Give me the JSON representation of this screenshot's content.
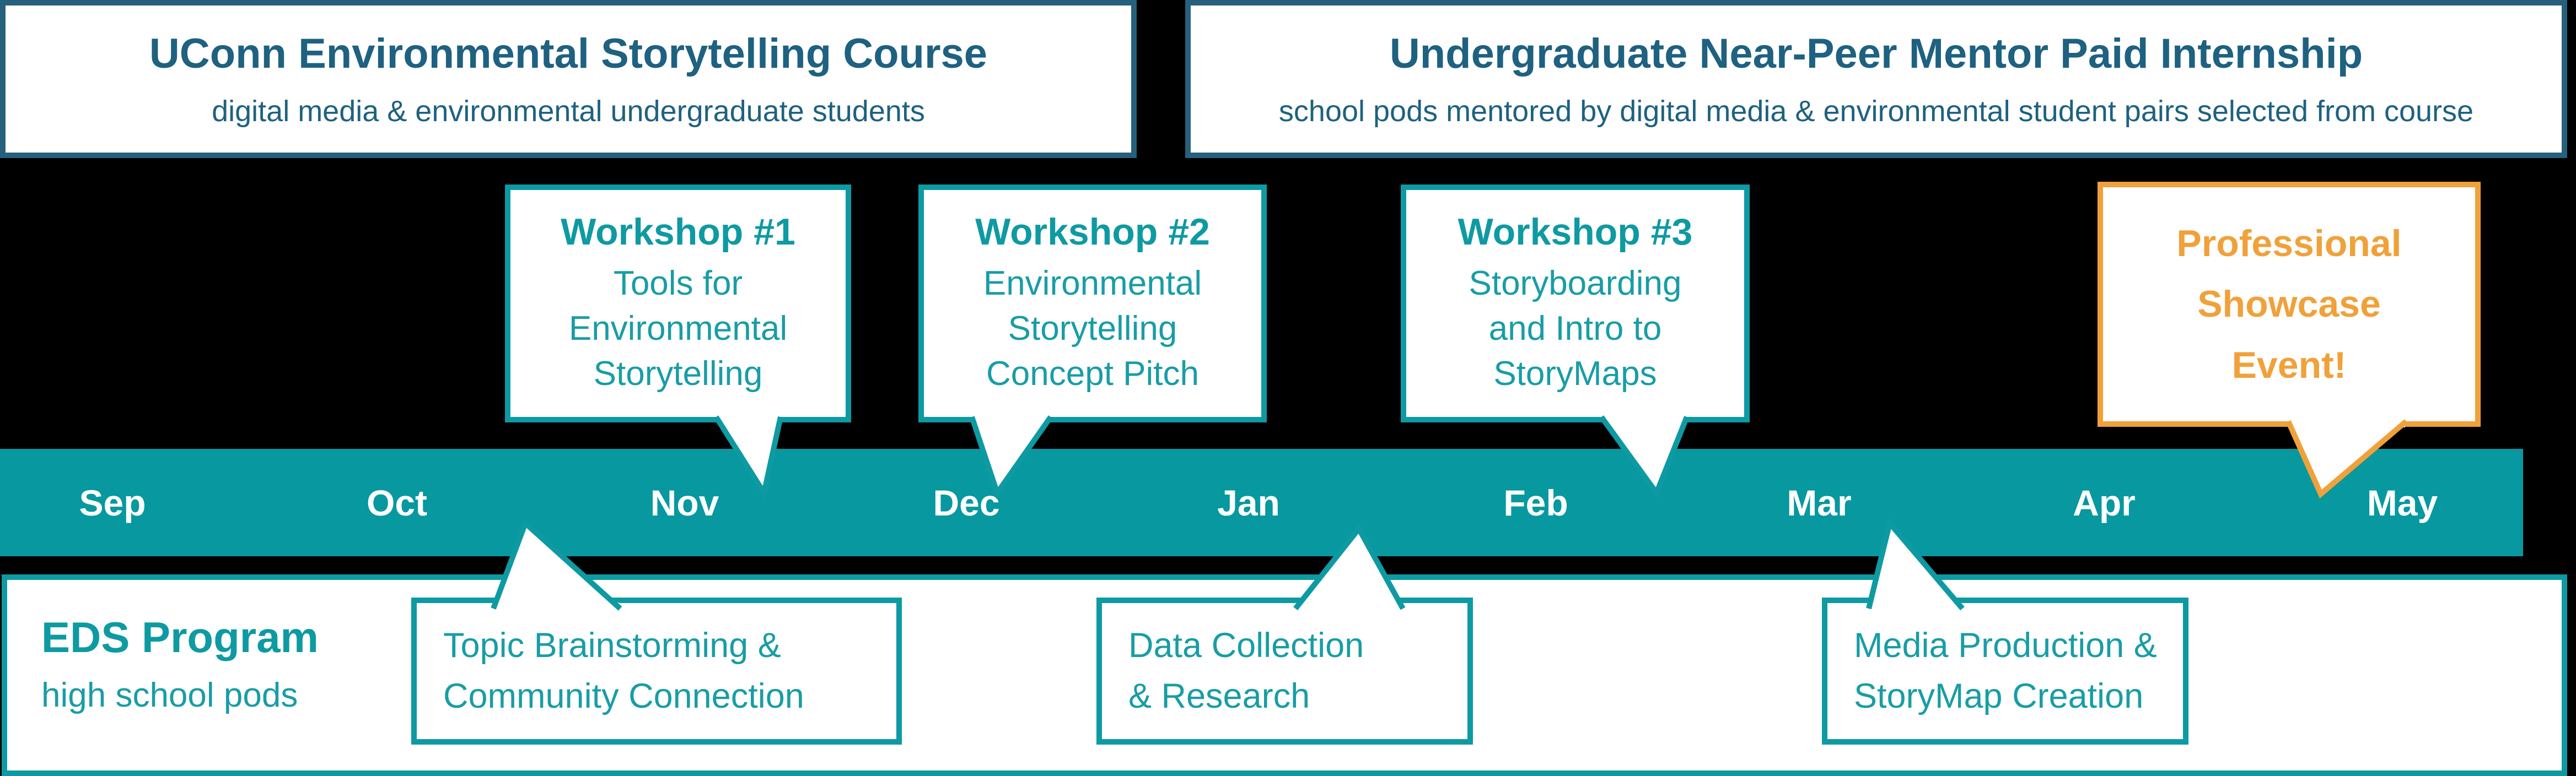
{
  "header": {
    "left_box": {
      "title": "UConn Environmental Storytelling Course",
      "subtitle": "digital media & environmental undergraduate students"
    },
    "right_box": {
      "title": "Undergraduate Near-Peer Mentor Paid Internship",
      "subtitle": "school pods mentored by digital media & environmental student pairs selected from course"
    }
  },
  "timeline": {
    "months": [
      "Sep",
      "Oct",
      "Nov",
      "Dec",
      "Jan",
      "Feb",
      "Mar",
      "Apr",
      "May"
    ]
  },
  "workshops": [
    {
      "title": "Workshop #1",
      "lines": [
        "Tools for",
        "Environmental",
        "Storytelling"
      ]
    },
    {
      "title": "Workshop #2",
      "lines": [
        "Environmental",
        "Storytelling",
        "Concept Pitch"
      ]
    },
    {
      "title": "Workshop #3",
      "lines": [
        "Storyboarding",
        "and Intro to",
        "StoryMaps"
      ]
    }
  ],
  "showcase": {
    "lines": [
      "Professional",
      "Showcase",
      "Event!"
    ]
  },
  "eds": {
    "title": "EDS Program",
    "subtitle": "high school pods"
  },
  "milestones": [
    {
      "lines": [
        "Topic Brainstorming &",
        "Community Connection"
      ]
    },
    {
      "lines": [
        "Data Collection",
        "& Research"
      ]
    },
    {
      "lines": [
        "Media Production &",
        "StoryMap Creation"
      ]
    }
  ],
  "colors": {
    "background": "#000000",
    "teal_bar": "#0798A0",
    "teal": "#0E9AA2",
    "teal_text": "#189DA5",
    "slate_border": "#26607D",
    "slate_text": "#1E6180",
    "orange": "#F0A139",
    "month_text": "#FFFFFF"
  }
}
